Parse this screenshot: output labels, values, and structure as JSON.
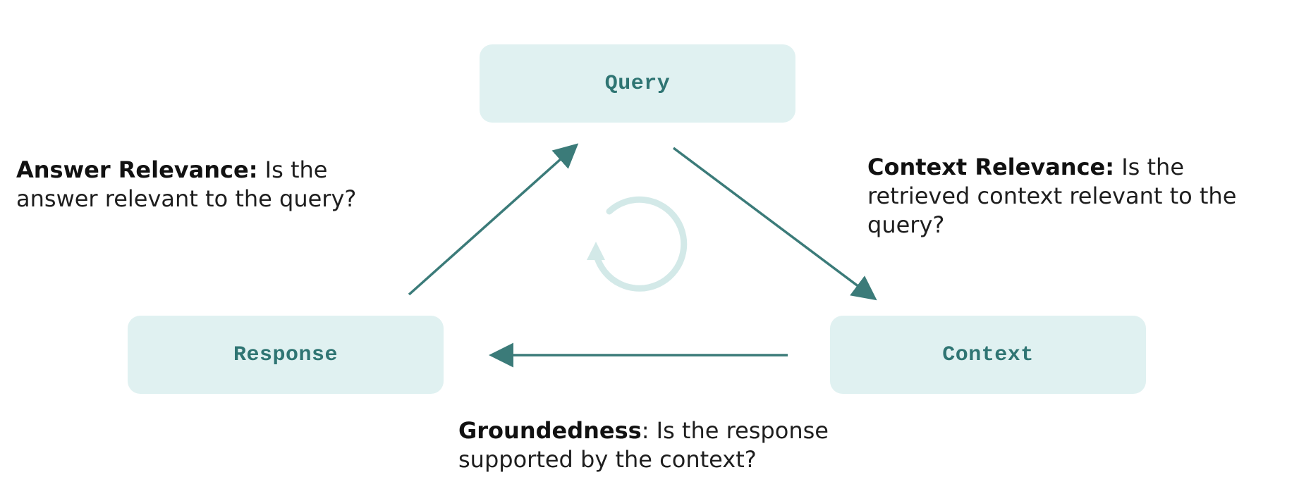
{
  "nodes": {
    "query": "Query",
    "response": "Response",
    "context": "Context"
  },
  "captions": {
    "answer_relevance": {
      "term": "Answer Relevance:",
      "text": " Is the answer relevant to the query?"
    },
    "context_relevance": {
      "term": "Context Relevance:",
      "text": " Is the retrieved context relevant to the query?"
    },
    "groundedness": {
      "term": "Groundedness",
      "text": ": Is the response supported by the context?"
    }
  },
  "colors": {
    "node_fill": "#e0f1f1",
    "node_text": "#2f7573",
    "arrow": "#3b7b79",
    "cycle_icon": "#d3e9e8"
  },
  "icons": {
    "center": "refresh-cycle-icon"
  }
}
